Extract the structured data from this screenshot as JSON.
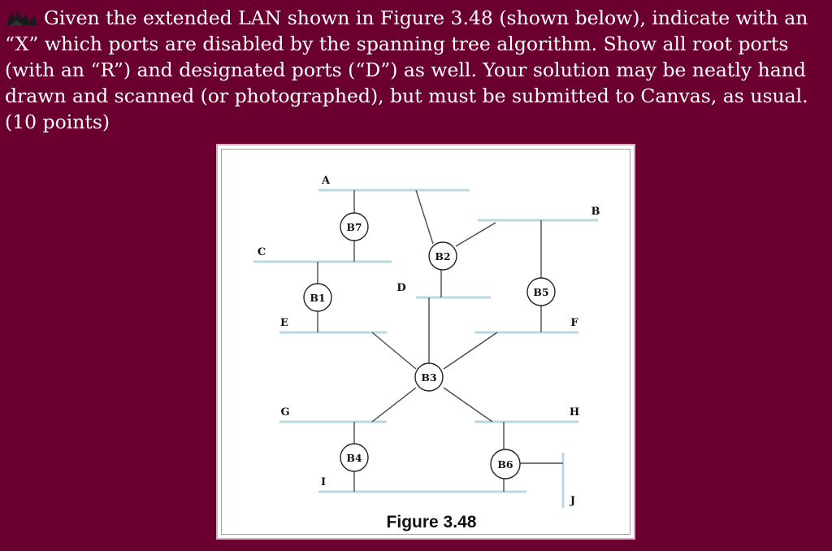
{
  "prompt": {
    "text": "Given the extended LAN shown in Figure 3.48 (shown below), indicate with an “X” which ports are disabled by the spanning tree algorithm.  Show all root ports (with an “R”) and designated ports (“D”) as well.  Your solution may be neatly hand drawn and scanned (or photographed), but must be submitted to Canvas, as usual.  (10 points)"
  },
  "figure": {
    "caption": "Figure 3.48",
    "lans": {
      "A": "A",
      "B": "B",
      "C": "C",
      "D": "D",
      "E": "E",
      "F": "F",
      "G": "G",
      "H": "H",
      "I": "I",
      "J": "J"
    },
    "bridges": {
      "B1": "B1",
      "B2": "B2",
      "B3": "B3",
      "B4": "B4",
      "B5": "B5",
      "B6": "B6",
      "B7": "B7"
    }
  },
  "colors": {
    "background": "#6b0030",
    "lan_segment": "#b9d9df",
    "text": "#ffffff"
  }
}
